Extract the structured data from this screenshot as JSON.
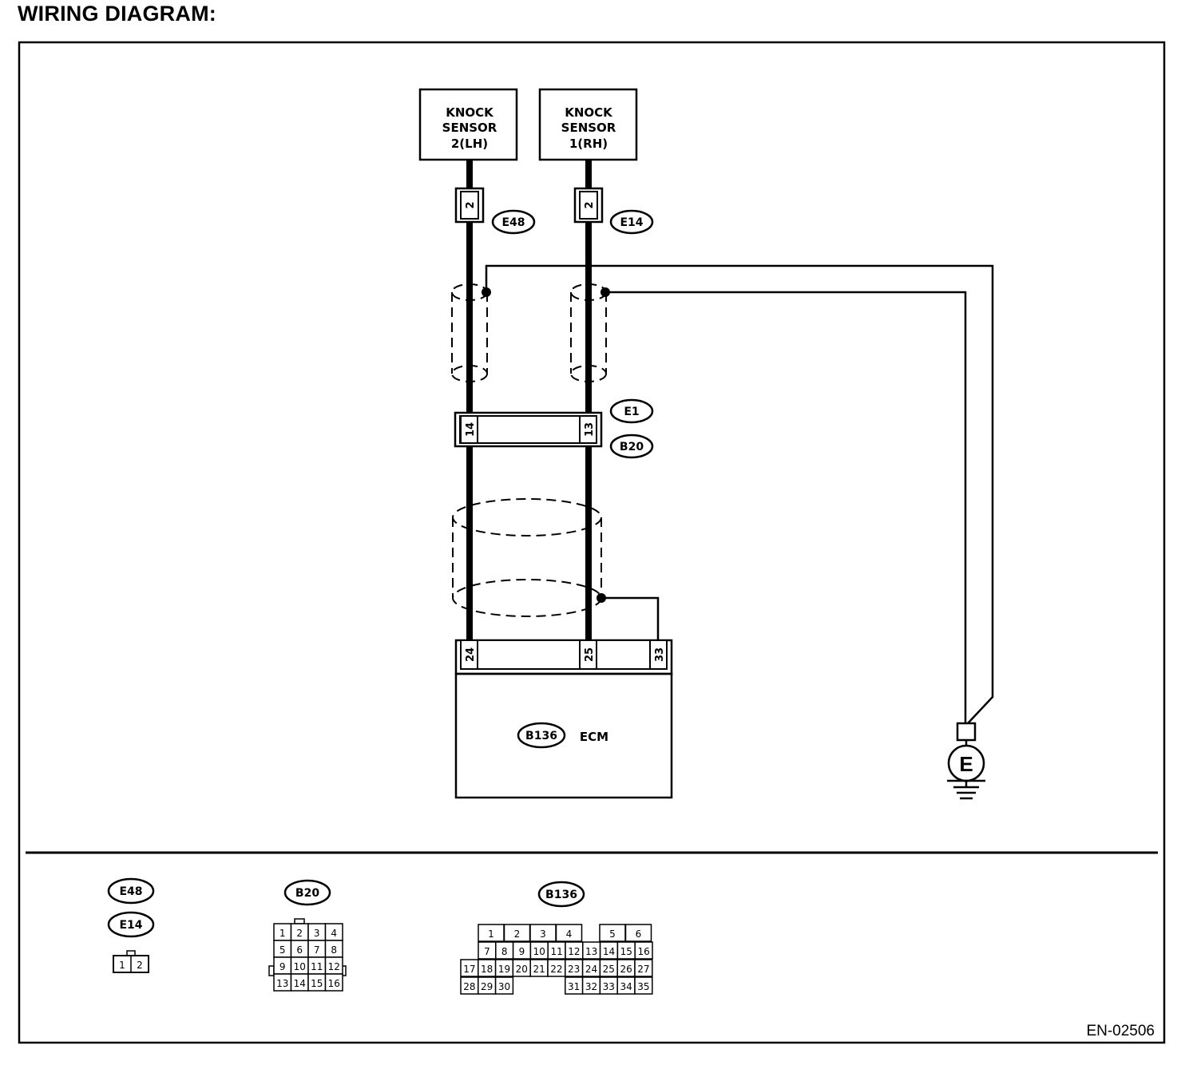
{
  "title": "WIRING DIAGRAM:",
  "components": {
    "knock_sensor_lh": [
      "KNOCK",
      "SENSOR",
      "2(LH)"
    ],
    "knock_sensor_rh": [
      "KNOCK",
      "SENSOR",
      "1(RH)"
    ],
    "ecm": "ECM",
    "ground": "E"
  },
  "connector_tags": {
    "e48": "E48",
    "e14": "E14",
    "e1": "E1",
    "b20": "B20",
    "b136": "B136"
  },
  "pins": {
    "e48_pin": "2",
    "e14_pin": "2",
    "e1_lh": "14",
    "e1_rh": "13",
    "ecm_lh": "24",
    "ecm_rh": "25",
    "ecm_shield": "33"
  },
  "legend": {
    "tags": [
      "E48",
      "E14",
      "B20",
      "B136"
    ],
    "e48_e14_cells": [
      "1",
      "2"
    ],
    "b20_rows": [
      [
        "1",
        "2",
        "3",
        "4"
      ],
      [
        "5",
        "6",
        "7",
        "8"
      ],
      [
        "9",
        "10",
        "11",
        "12"
      ],
      [
        "13",
        "14",
        "15",
        "16"
      ]
    ],
    "b136_rows": [
      [
        "1",
        "2",
        "3",
        "4",
        "",
        "5",
        "6"
      ],
      [
        "7",
        "8",
        "9",
        "10",
        "11",
        "12",
        "13",
        "14",
        "15",
        "16"
      ],
      [
        "17",
        "18",
        "19",
        "20",
        "21",
        "22",
        "23",
        "24",
        "25",
        "26",
        "27"
      ],
      [
        "28",
        "29",
        "30",
        "",
        "",
        "",
        "31",
        "32",
        "33",
        "34",
        "35"
      ]
    ]
  },
  "figure_code": "EN-02506"
}
